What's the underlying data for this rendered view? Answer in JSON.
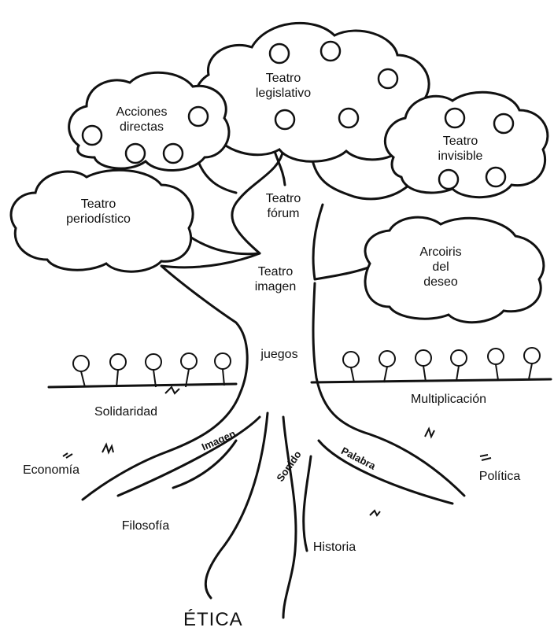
{
  "clouds": {
    "teatro_legislativo": "Teatro\nlegislativo",
    "acciones_directas": "Acciones\ndirectas",
    "teatro_invisible": "Teatro\ninvisible",
    "teatro_periodistico": "Teatro\nperiodístico",
    "arcoiris_del_deseo": "Arcoiris\ndel\ndeseo"
  },
  "trunk": {
    "teatro_forum": "Teatro\nfórum",
    "teatro_imagen": "Teatro\nimagen",
    "juegos": "juegos"
  },
  "ground": {
    "solidaridad": "Solidaridad",
    "multiplicacion": "Multiplicación"
  },
  "roots": {
    "imagen": "Imagen",
    "sonido": "Sonido",
    "palabra": "Palabra"
  },
  "soil": {
    "economia": "Economía",
    "politica": "Política",
    "filosofia": "Filosofía",
    "historia": "Historia"
  },
  "base_label": "ÉTICA"
}
